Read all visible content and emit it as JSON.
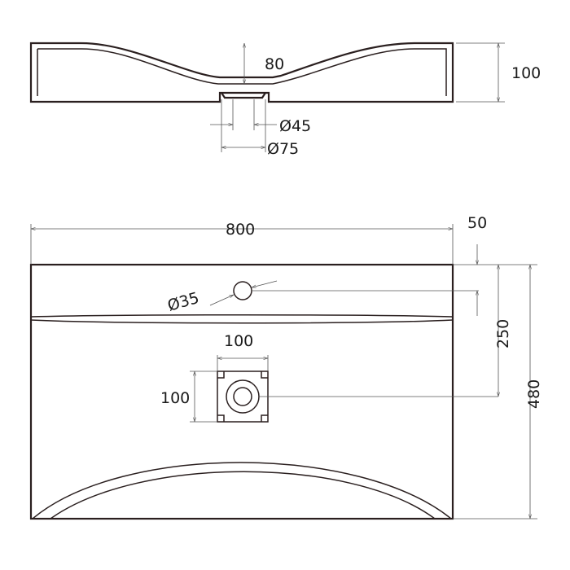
{
  "side_view": {
    "depth_label": "80",
    "height_label": "100",
    "outlet_inner_diameter_label": "Ø45",
    "outlet_outer_diameter_label": "Ø75"
  },
  "top_view": {
    "width_label": "800",
    "tap_offset_label": "50",
    "tap_hole_diameter_label": "Ø35",
    "drain_offset_label": "250",
    "total_depth_label": "480",
    "drain_width_label": "100",
    "drain_height_label": "100"
  }
}
